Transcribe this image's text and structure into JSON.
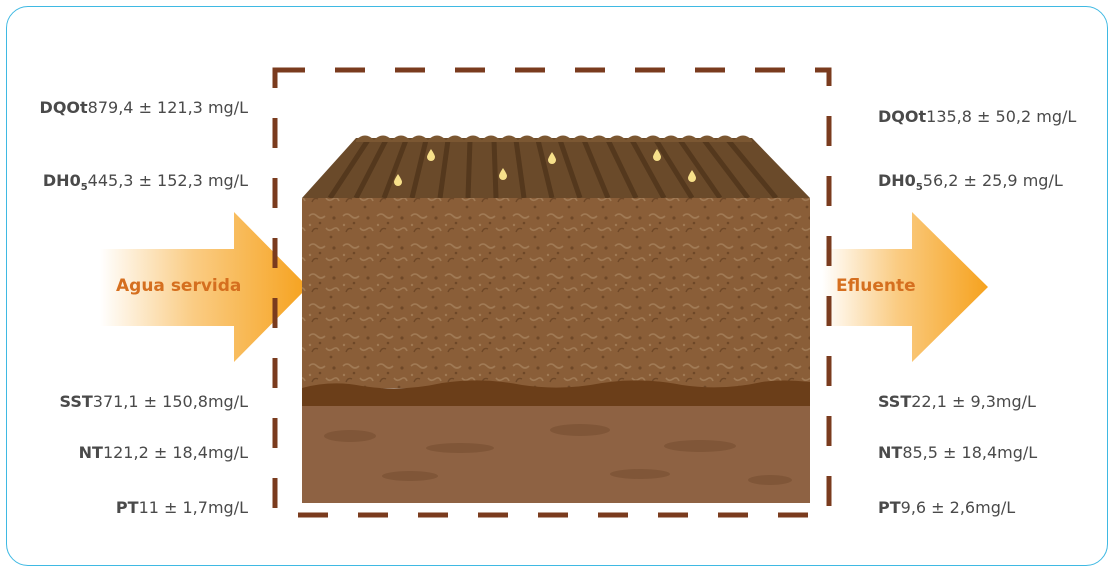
{
  "colors": {
    "frame": "#3fb9e3",
    "dashed_box": "#7a3b1e",
    "arrow": "#f6a21e",
    "arrow_label": "#d56f1f",
    "soil_main": "#8a5e38",
    "soil_dark_layer": "#6b3e19",
    "soil_bottom": "#8e6243",
    "surface": "#6a4a2a",
    "water_drop": "#f7e08a"
  },
  "inlet": {
    "label": "Agua servida",
    "params": [
      {
        "name": "DQOt",
        "sub": "",
        "value": "879,4 ± 121,3 mg/L"
      },
      {
        "name": "DH0",
        "sub": "5",
        "value": "445,3 ± 152,3 mg/L"
      },
      {
        "name": "SST",
        "sub": "",
        "value": "371,1 ± 150,8mg/L"
      },
      {
        "name": "NT",
        "sub": "",
        "value": "121,2 ± 18,4mg/L"
      },
      {
        "name": "PT",
        "sub": "",
        "value": "11 ± 1,7mg/L"
      }
    ]
  },
  "outlet": {
    "label": "Efluente",
    "params": [
      {
        "name": "DQOt",
        "sub": "",
        "value": "135,8 ± 50,2 mg/L"
      },
      {
        "name": "DH0",
        "sub": "5",
        "value": "56,2 ± 25,9 mg/L"
      },
      {
        "name": "SST",
        "sub": "",
        "value": "22,1 ± 9,3mg/L"
      },
      {
        "name": "NT",
        "sub": "",
        "value": "85,5 ± 18,4mg/L"
      },
      {
        "name": "PT",
        "sub": "",
        "value": "9,6 ± 2,6mg/L"
      }
    ]
  }
}
